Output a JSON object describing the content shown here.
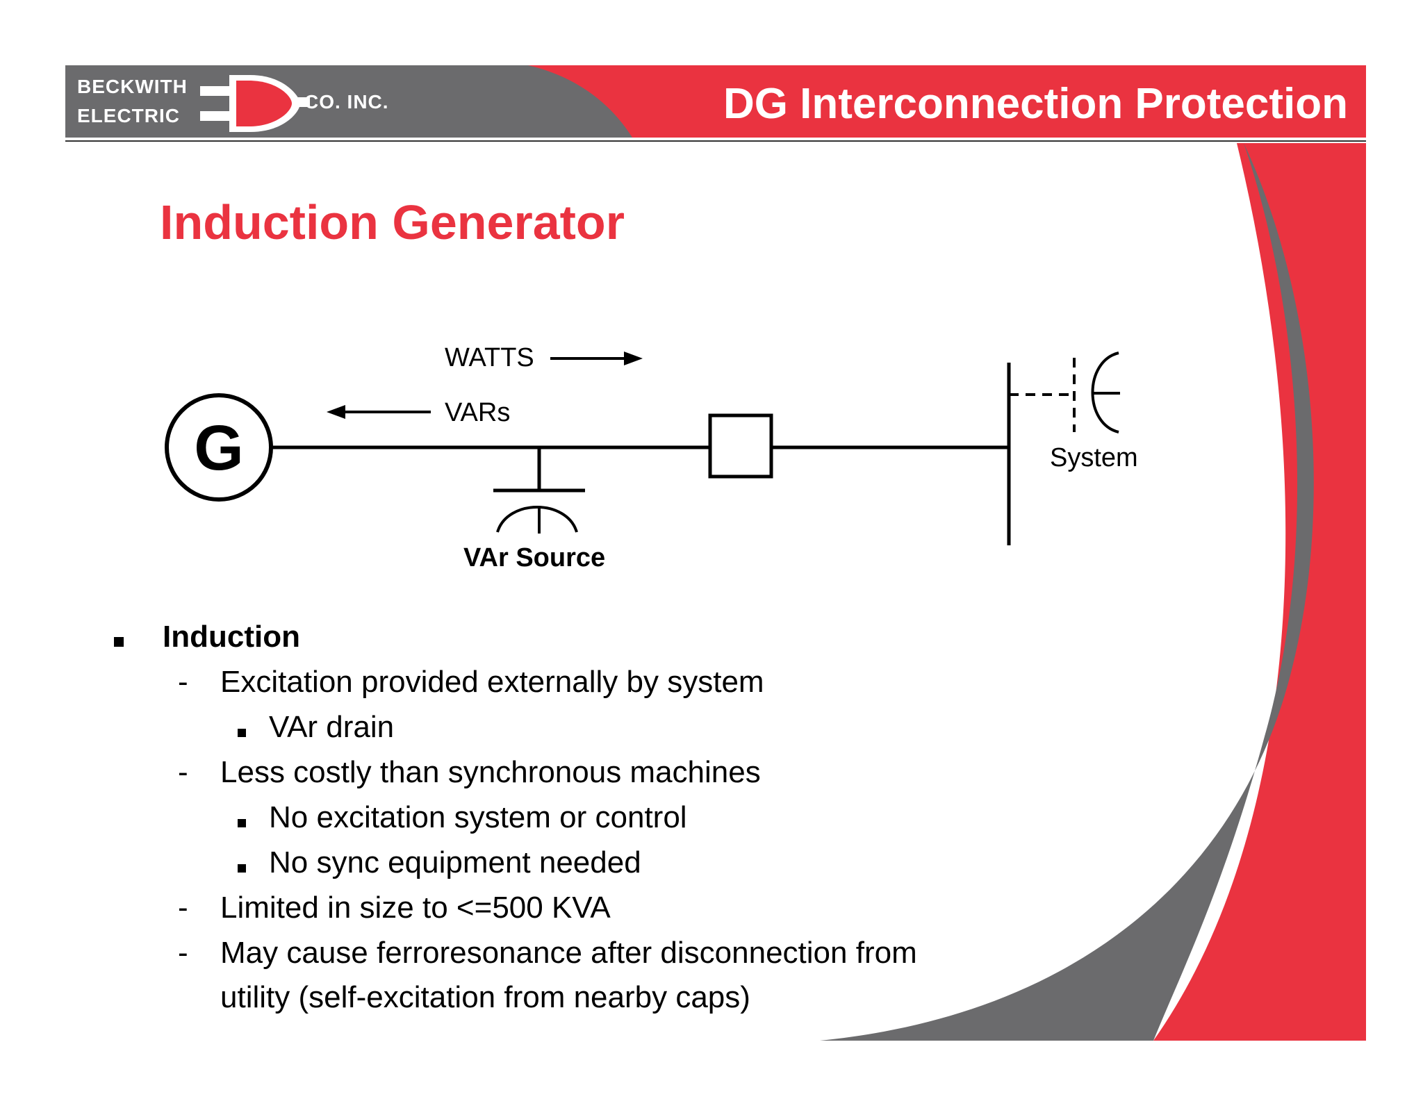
{
  "logo": {
    "line1": "BECKWITH",
    "line2": "ELECTRIC",
    "suffix": "CO. INC.",
    "letter": "D"
  },
  "header": {
    "title": "DG Interconnection Protection"
  },
  "slide": {
    "title": "Induction Generator"
  },
  "diagram": {
    "generator_label": "G",
    "watts_label": "WATTS",
    "vars_label": "VARs",
    "var_source_label": "VAr Source",
    "system_label": "System"
  },
  "bullets": {
    "main": "Induction",
    "items": [
      {
        "marker": "-",
        "text": "Excitation provided externally by system"
      },
      {
        "marker": "▪",
        "text": "VAr drain"
      },
      {
        "marker": "-",
        "text": "Less costly than synchronous machines"
      },
      {
        "marker": "▪",
        "text": "No excitation system or control"
      },
      {
        "marker": "▪",
        "text": "No sync equipment needed"
      },
      {
        "marker": "-",
        "text": "Limited in size to <=500 KVA"
      },
      {
        "marker": "-",
        "text": "May cause ferroresonance after disconnection from"
      },
      {
        "marker": "",
        "text": "utility (self-excitation from nearby caps)"
      }
    ]
  },
  "colors": {
    "brand_red": "#ea3340",
    "brand_gray": "#6b6b6d"
  }
}
